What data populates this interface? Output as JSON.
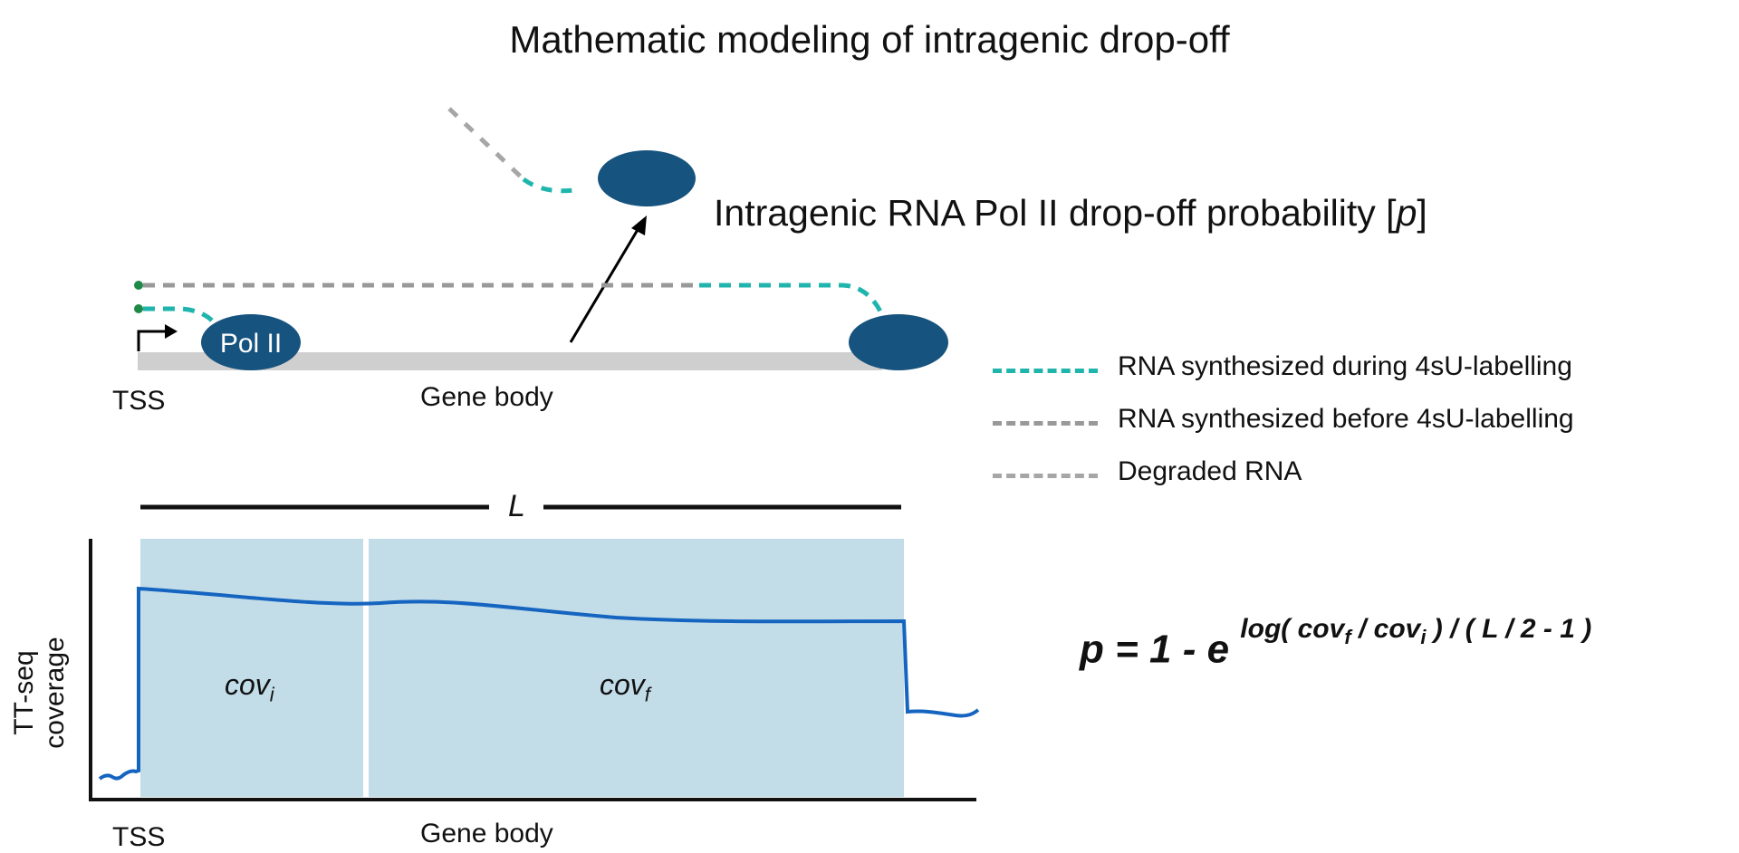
{
  "slide": {
    "title": "Mathematic modeling of intragenic drop-off",
    "dropoff_label": "Intragenic RNA Pol II drop-off probability [",
    "dropoff_var": "p",
    "dropoff_close": "]"
  },
  "gene_diagram": {
    "tss_label": "TSS",
    "gene_body_label": "Gene body",
    "polymerase_label": "Pol II"
  },
  "legend": {
    "items": [
      {
        "label": "RNA synthesized during 4sU-labelling",
        "color": "#1fb5ac"
      },
      {
        "label": "RNA synthesized before 4sU-labelling",
        "color": "#999999"
      },
      {
        "label": "Degraded RNA",
        "color": "#a6a6a6"
      }
    ]
  },
  "coverage_plot": {
    "length_label": "L",
    "ylabel_line1": "TT-seq",
    "ylabel_line2": "coverage",
    "cov_i_base": "cov",
    "cov_i_sub": "i",
    "cov_f_base": "cov",
    "cov_f_sub": "f",
    "x_tss_label": "TSS",
    "x_gene_body_label": "Gene body"
  },
  "formula": {
    "lhs": "p = 1 - e ",
    "exp_a": "log( cov",
    "exp_sub_f": "f",
    "exp_b": " / cov",
    "exp_sub_i": "i",
    "exp_c": " ) / ( L / 2 - 1 )"
  },
  "colors": {
    "polymerase": "#16537e",
    "labelled_rna": "#1fb5ac",
    "unlabelled_rna": "#999999",
    "tss_dot": "#1e8a48",
    "gene_bar": "#cfcfcf",
    "region_fill": "#c2dce8",
    "coverage_line": "#1565c0"
  }
}
